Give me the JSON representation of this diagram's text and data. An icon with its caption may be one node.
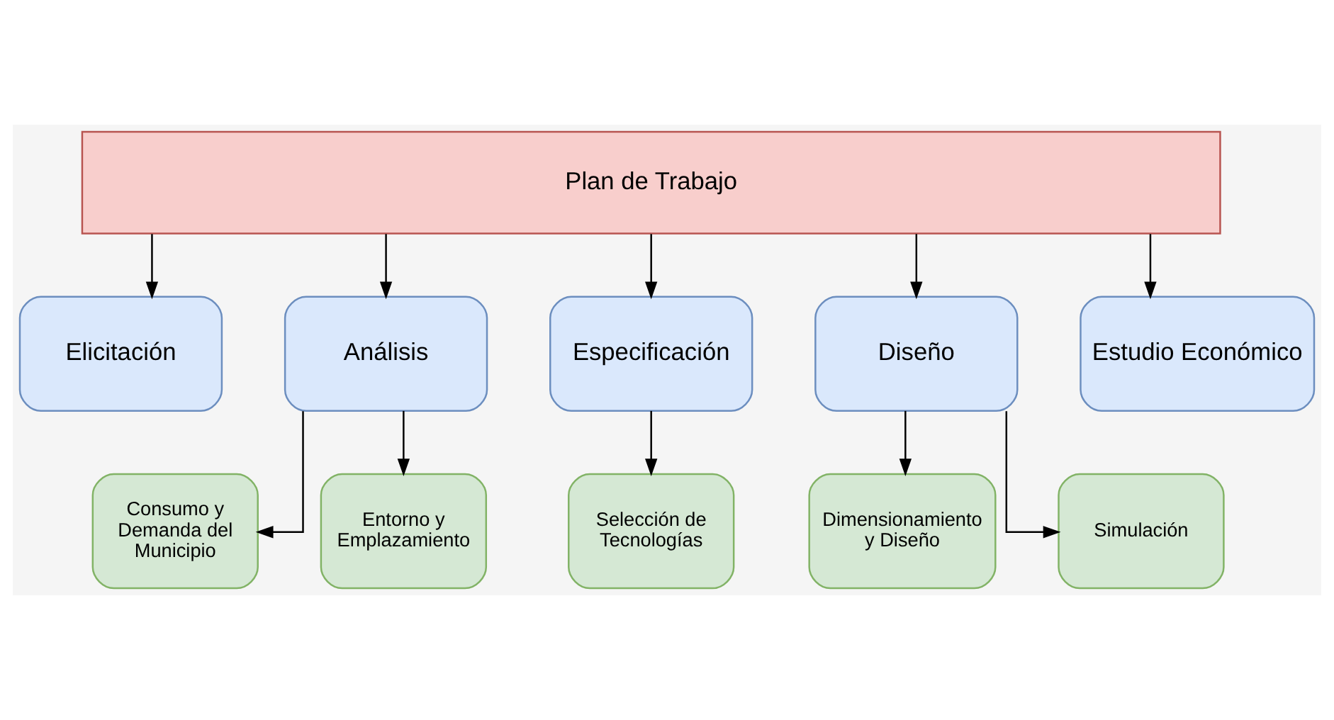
{
  "diagram": {
    "nodes": [
      {
        "text": [
          "Plan de Trabajo"
        ]
      },
      {
        "text": [
          "Elicitación"
        ]
      },
      {
        "text": [
          "Análisis"
        ]
      },
      {
        "text": [
          "Especificación"
        ]
      },
      {
        "text": [
          "Diseño"
        ]
      },
      {
        "text": [
          "Estudio Económico"
        ]
      },
      {
        "text": [
          "Consumo y Demanda del Municipio"
        ]
      },
      {
        "text": [
          "Entorno y Emplazamiento"
        ]
      },
      {
        "text": [
          "Selección de Tecnologías"
        ]
      },
      {
        "text": [
          "Dimensionamiento y Diseño"
        ]
      },
      {
        "text": [
          "Simulación"
        ]
      }
    ],
    "edges": [
      {
        "from": 0,
        "to": 1,
        "arrow": "to"
      },
      {
        "from": 0,
        "to": 2,
        "arrow": "to"
      },
      {
        "from": 0,
        "to": 3,
        "arrow": "to"
      },
      {
        "from": 0,
        "to": 4,
        "arrow": "to"
      },
      {
        "from": 0,
        "to": 5,
        "arrow": "to"
      },
      {
        "from": 2,
        "to": 6,
        "arrow": "to"
      },
      {
        "from": 2,
        "to": 7,
        "arrow": "to"
      },
      {
        "from": 3,
        "to": 8,
        "arrow": "to"
      },
      {
        "from": 4,
        "to": 9,
        "arrow": "to"
      },
      {
        "from": 4,
        "to": 10,
        "arrow": "to"
      }
    ]
  }
}
